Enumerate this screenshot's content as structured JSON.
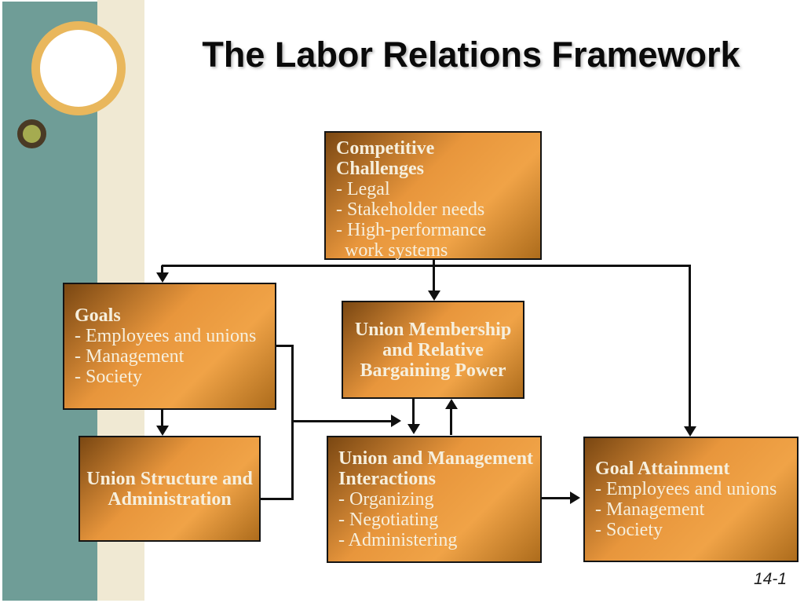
{
  "slide": {
    "title": "The Labor Relations Framework",
    "page_number": "14-1"
  },
  "colors": {
    "sidebar_teal": "#6F9D97",
    "sidebar_beige": "#F0E9D3",
    "circle_gold": "#E9B75C",
    "circle_small_ring": "#4A3A25",
    "circle_small_fill": "#A5AB50",
    "box_dark": "#7A4712",
    "box_mid": "#E8963C",
    "box_light": "#F0A347",
    "box_edge": "#AD6C1C",
    "box_text": "#F6EFDD",
    "connector": "#101010"
  },
  "boxes": {
    "competitive_challenges": {
      "heading_lines": [
        "Competitive",
        "Challenges"
      ],
      "bullets": [
        "- Legal",
        "- Stakeholder needs",
        "- High-performance",
        "work systems"
      ]
    },
    "goals": {
      "heading_lines": [
        "Goals"
      ],
      "bullets": [
        "- Employees and unions",
        "- Management",
        "- Society"
      ]
    },
    "union_membership": {
      "heading_lines": [
        "Union Membership",
        "and Relative",
        "Bargaining Power"
      ]
    },
    "union_structure": {
      "heading_lines": [
        "Union Structure and",
        "Administration"
      ]
    },
    "union_management_interactions": {
      "heading_lines": [
        "Union and Management",
        "Interactions"
      ],
      "bullets": [
        "- Organizing",
        "- Negotiating",
        "- Administering"
      ]
    },
    "goal_attainment": {
      "heading_lines": [
        "Goal Attainment"
      ],
      "bullets": [
        "- Employees and unions",
        "- Management",
        "- Society"
      ]
    }
  }
}
